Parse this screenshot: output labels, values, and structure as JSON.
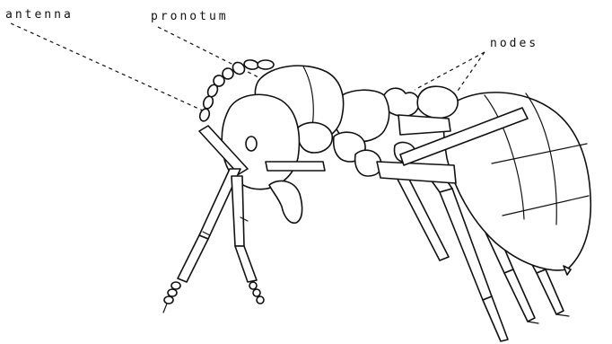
{
  "diagram": {
    "labels": {
      "antenna": "antenna",
      "pronotum": "pronotum",
      "nodes": "nodes"
    }
  }
}
